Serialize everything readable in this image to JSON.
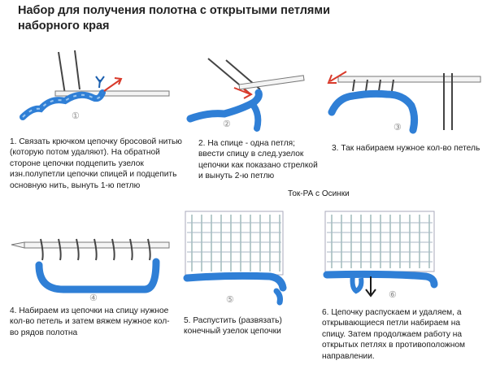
{
  "title_line1": "Набор для получения полотна с открытыми петлями",
  "title_line2": "наборного края",
  "credit": "Ток-РА  с Осинки",
  "steps": [
    {
      "num": "①",
      "text": "1. Связать крючком цепочку бросовой нитью (которую потом удаляют). На обратной стороне цепочки подцепить узелок изн.полупетли цепочки спицей и подцепить основную нить, вынуть 1-ю петлю"
    },
    {
      "num": "②",
      "text": "2. На спице - одна петля; ввести спицу в след.узелок цепочки как показано стрелкой и вынуть 2-ю петлю"
    },
    {
      "num": "③",
      "text": "3. Так набираем нужное кол-во петель"
    },
    {
      "num": "④",
      "text": "4. Набираем из цепочки на спицу нужное кол-во петель и затем вяжем нужное кол-во рядов полотна"
    },
    {
      "num": "⑤",
      "text": "5. Распустить (развязать) конечный узелок цепочки"
    },
    {
      "num": "⑥",
      "text": "6. Цепочку распускаем и удаляем, а открывающиеся петли набираем на спицу. Затем продолжаем работу на открытых петлях в противоположном направлении."
    }
  ],
  "colors": {
    "chain": "#2f7fd6",
    "chain_dark": "#1b5fae",
    "yarn": "#ffffff",
    "needle": "#f2f2f2",
    "arrow": "#d93a2b",
    "knit": "#c9d6e3"
  }
}
